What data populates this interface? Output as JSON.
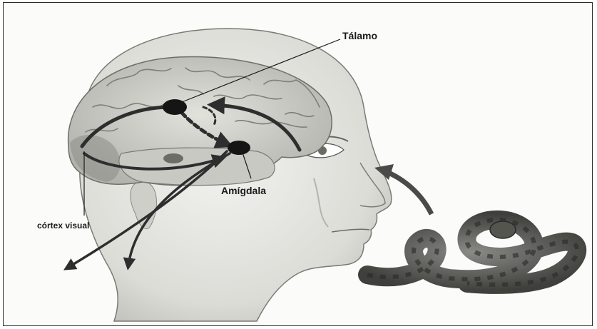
{
  "diagram": {
    "labels": {
      "thalamus": "Tálamo",
      "amygdala": "Amígdala",
      "visual_cortex": "córtex visual"
    },
    "colors": {
      "ink": "#1a1a1a",
      "skin_light": "#e9e9e6",
      "skin_mid": "#bdbdb8",
      "brain": "#d2d2cd",
      "dark": "#3a3a3a",
      "background": "#fbfbfa"
    }
  }
}
